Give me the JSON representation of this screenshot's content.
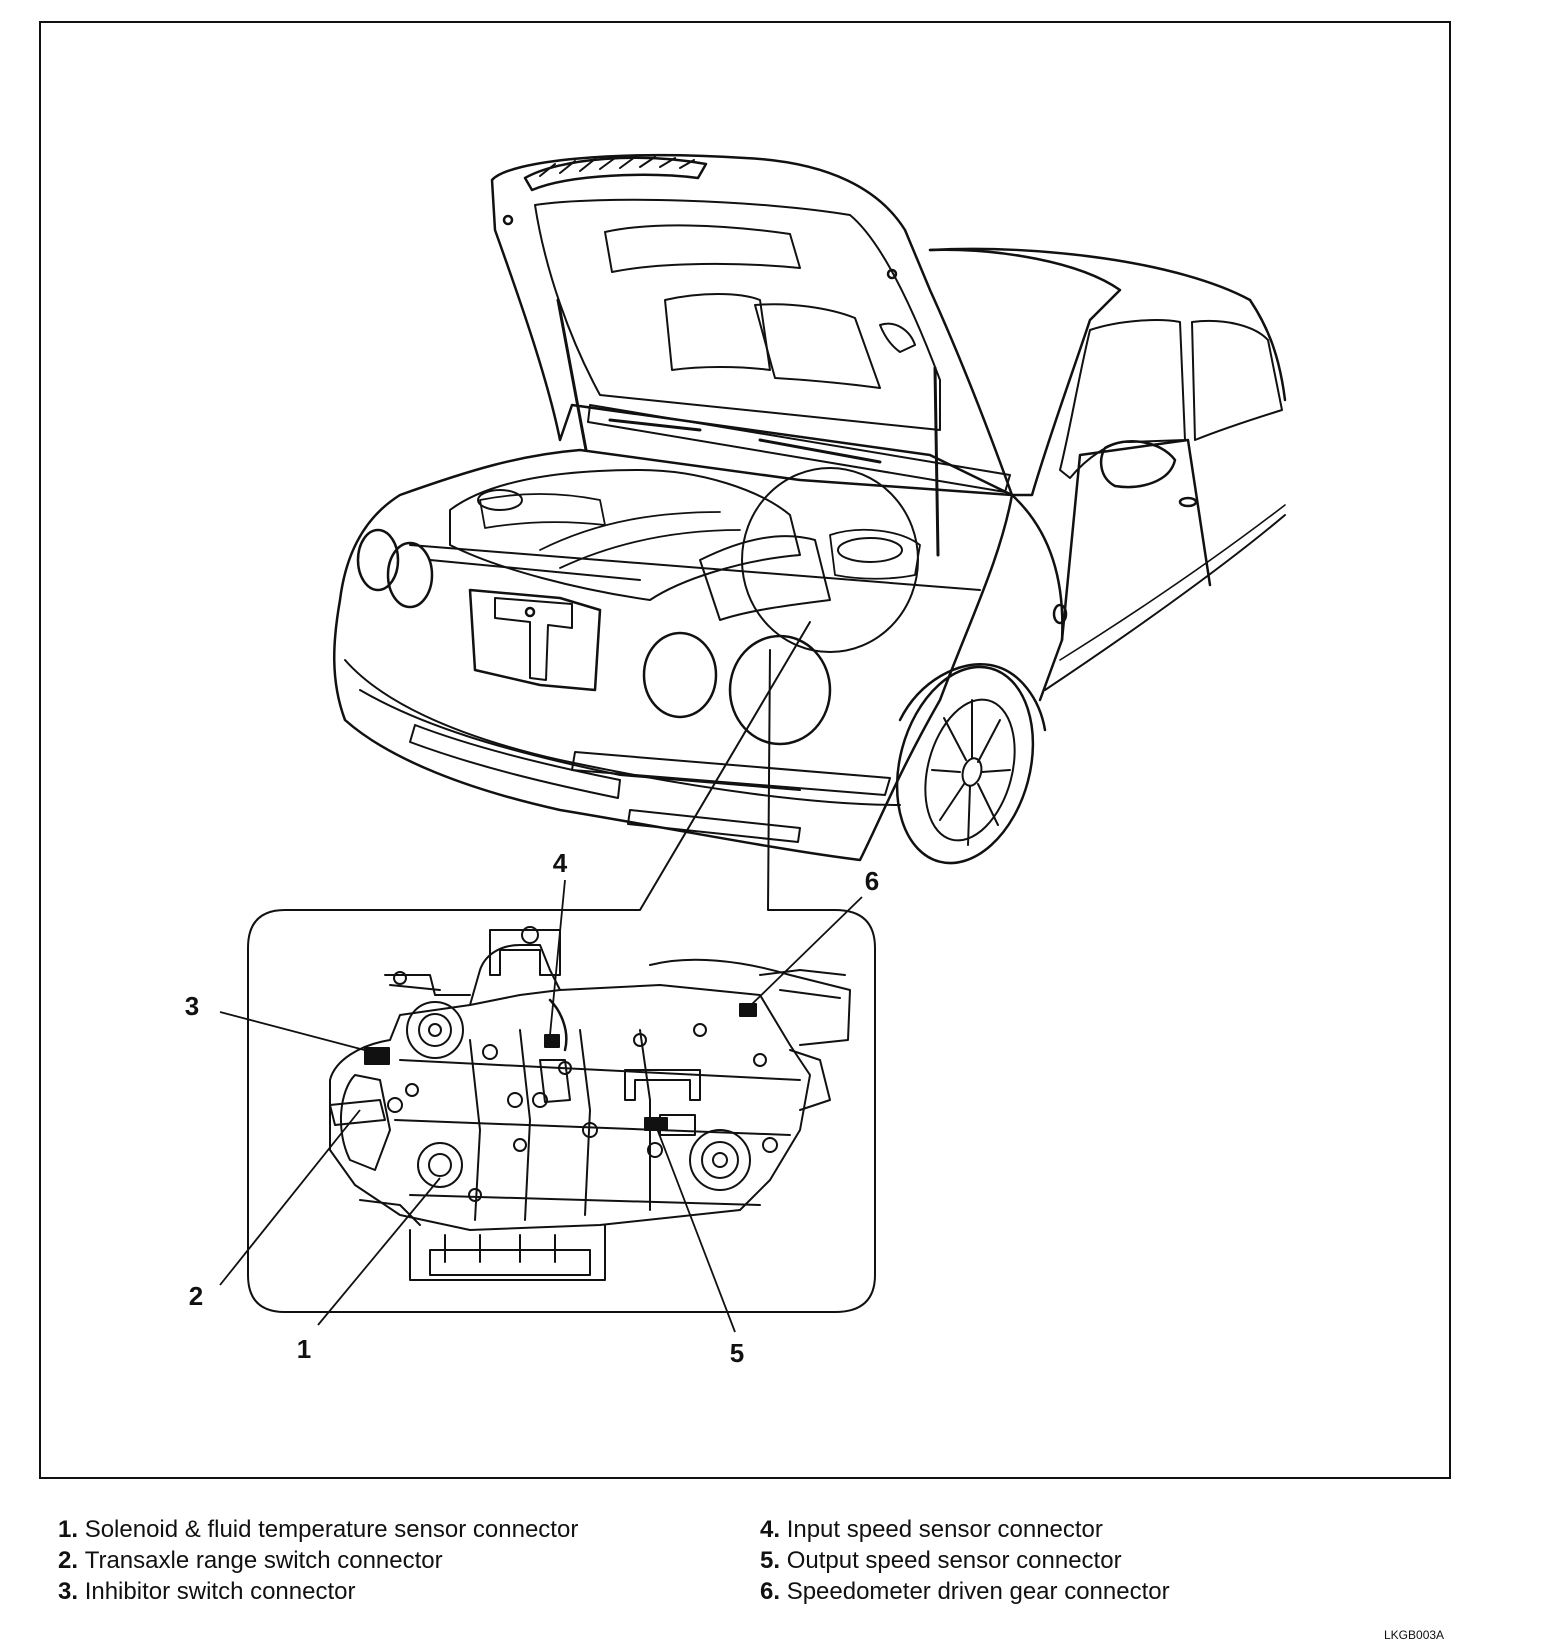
{
  "callouts": [
    {
      "num": "1",
      "label": "Solenoid & fluid temperature sensor connector"
    },
    {
      "num": "2",
      "label": "Transaxle range switch connector"
    },
    {
      "num": "3",
      "label": "Inhibitor switch connector"
    },
    {
      "num": "4",
      "label": "Input speed sensor connector"
    },
    {
      "num": "5",
      "label": "Output speed sensor connector"
    },
    {
      "num": "6",
      "label": "Speedometer driven gear connector"
    }
  ],
  "legend": {
    "left": [
      "1. ",
      "2. ",
      "3. "
    ],
    "right": [
      "4. ",
      "5. ",
      "6. "
    ]
  },
  "figure_code": "LKGB003A",
  "colors": {
    "line": "#111111",
    "background": "#ffffff"
  }
}
